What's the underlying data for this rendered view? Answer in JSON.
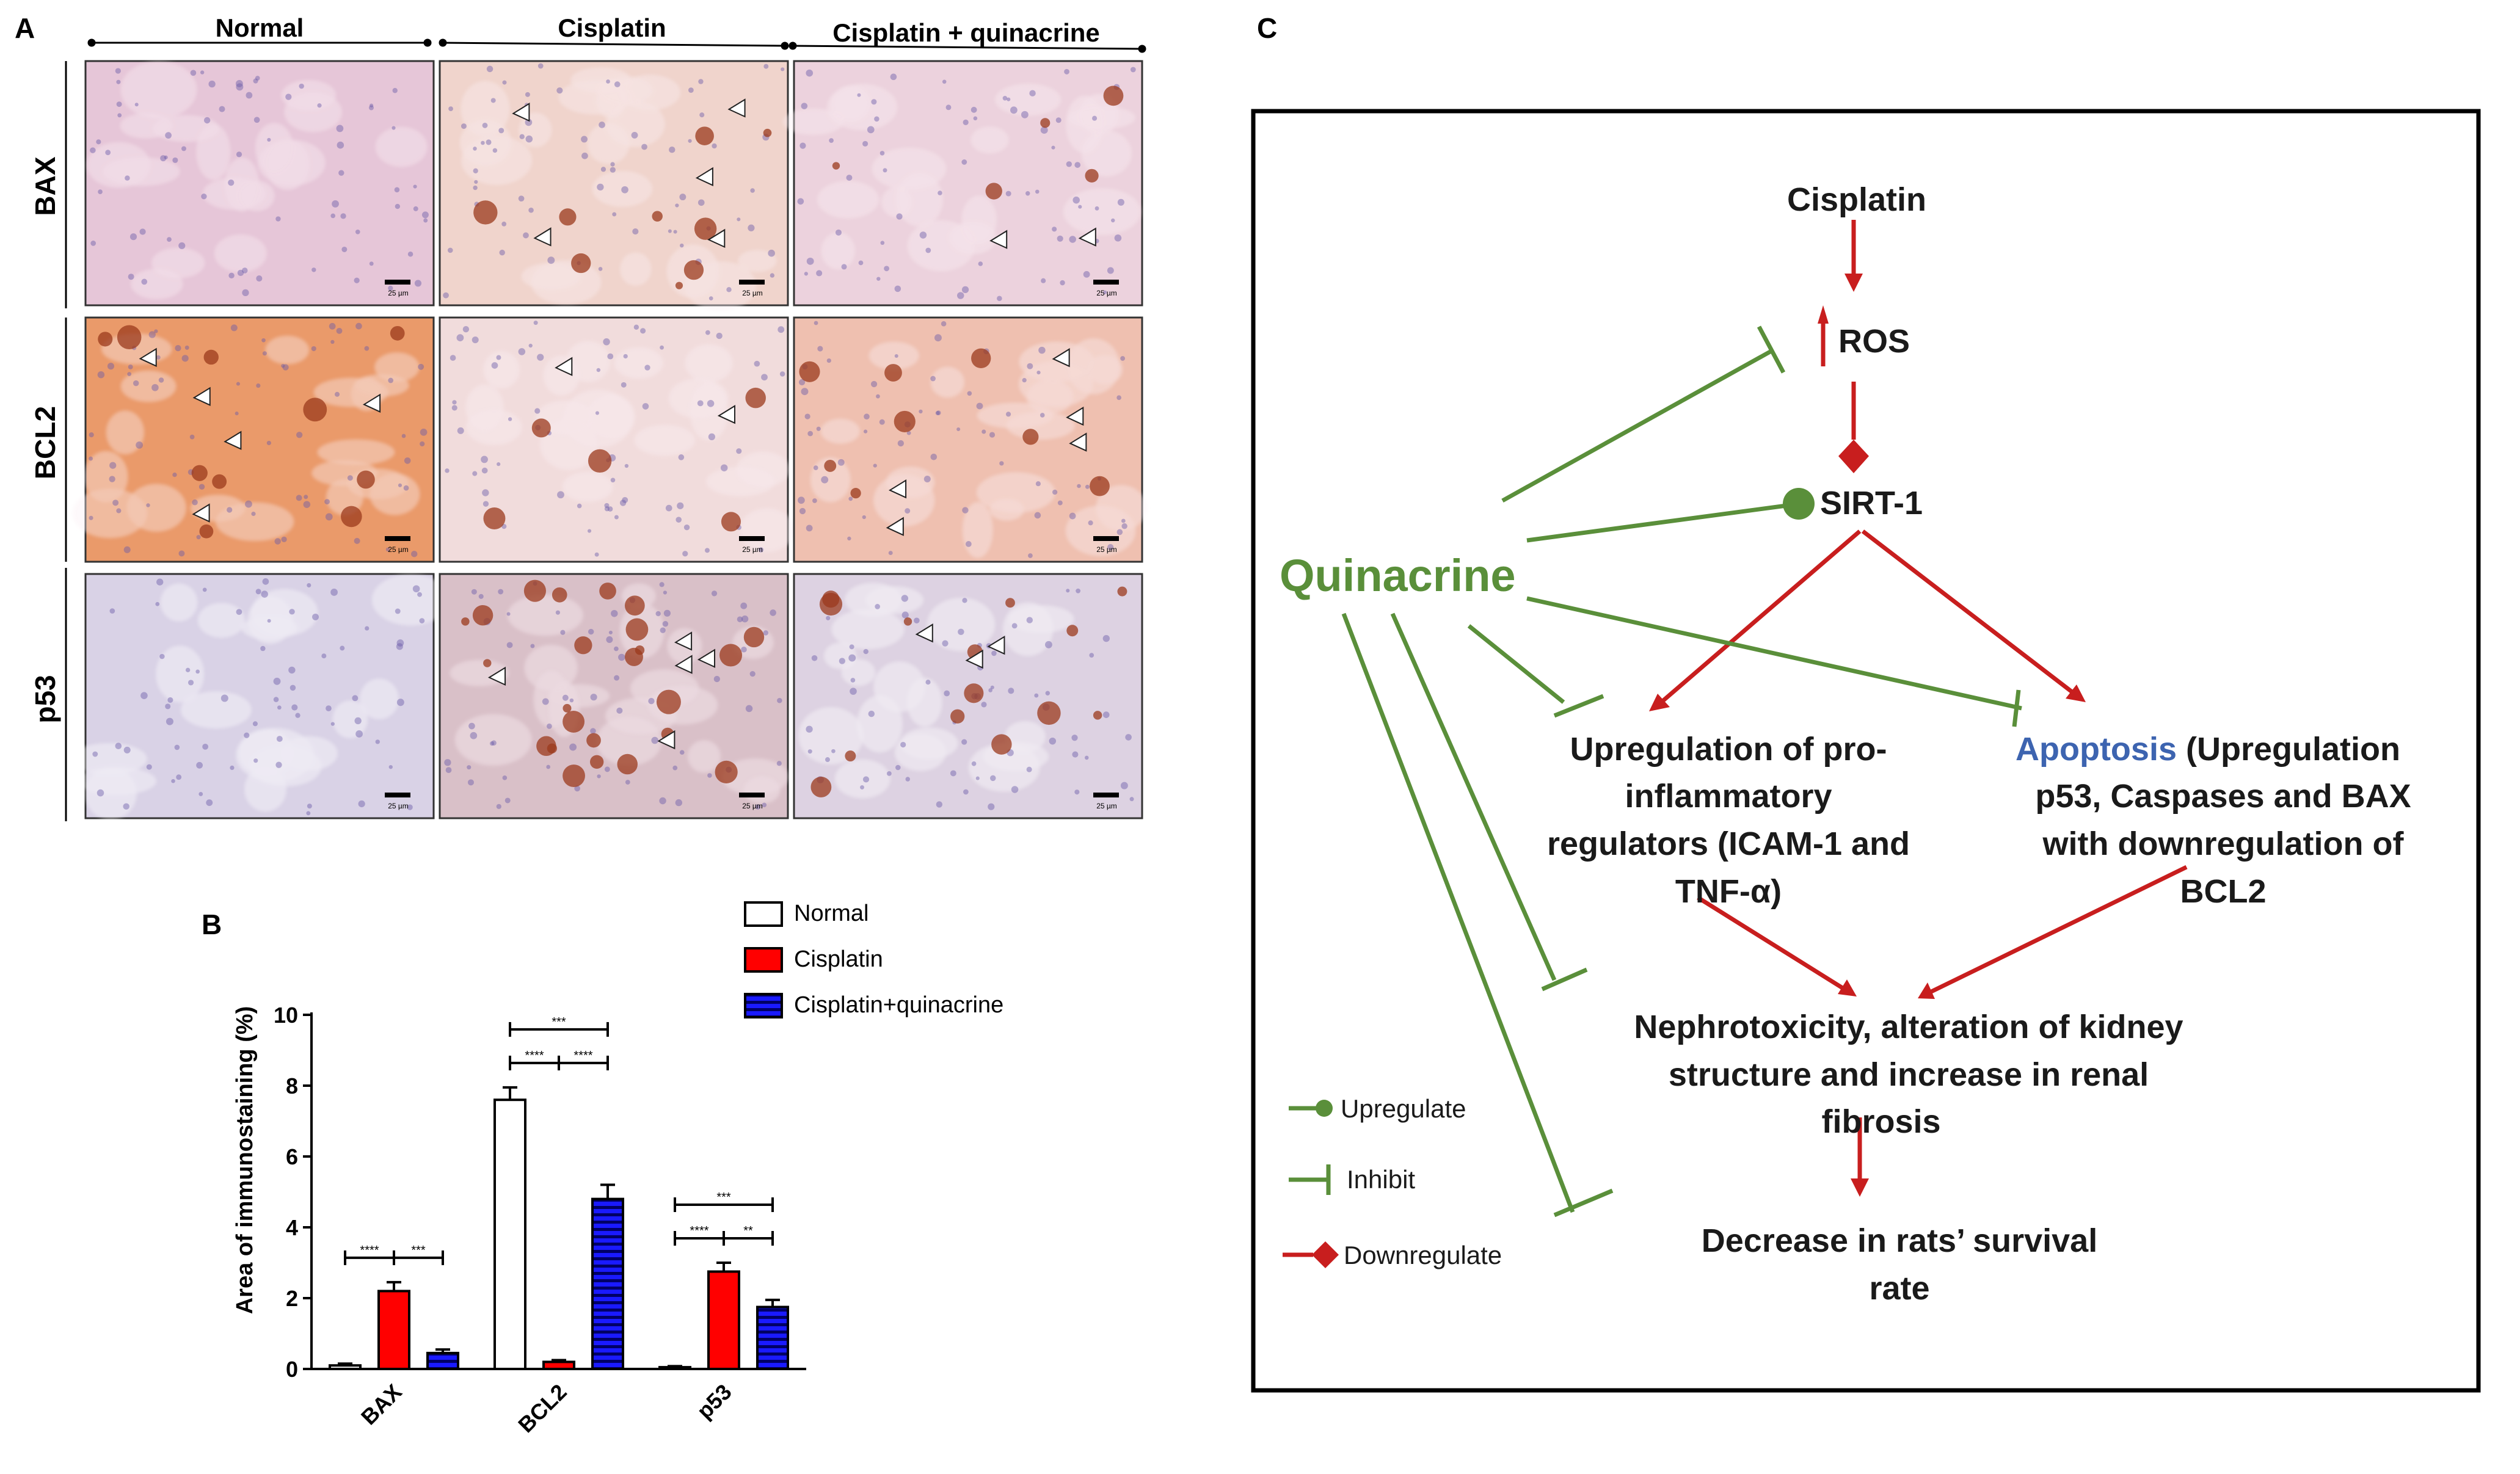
{
  "panel_a": {
    "label": "A",
    "columns": [
      "Normal",
      "Cisplatin",
      "Cisplatin + quinacrine"
    ],
    "rows": [
      "BAX",
      "BCL2",
      "p53"
    ],
    "scale_bar": "25 µm",
    "stain_colors": {
      "normal_bax": "#e6c6d8",
      "normal_bcl2": "#ea9a6a",
      "normal_p53": "#d9d2e6",
      "cis_bax": "#f0d4cc",
      "cis_bcl2": "#f1dcdc",
      "cis_p53": "#d9c0c8",
      "quin_bax": "#ecd2dd",
      "quin_bcl2": "#efc0b0",
      "quin_p53": "#ddd2e2",
      "dab_brown": "#9b3a1c"
    }
  },
  "panel_b": {
    "label": "B",
    "chart_data": {
      "type": "bar",
      "categories": [
        "BAX",
        "BCL2",
        "p53"
      ],
      "series": [
        {
          "name": "Normal",
          "values": [
            0.1,
            7.6,
            0.05
          ],
          "errors": [
            0.05,
            0.35,
            0.03
          ],
          "color": "#ffffff",
          "pattern": "none"
        },
        {
          "name": "Cisplatin",
          "values": [
            2.2,
            0.2,
            2.75
          ],
          "errors": [
            0.25,
            0.05,
            0.25
          ],
          "color": "#ff0000",
          "pattern": "none"
        },
        {
          "name": "Cisplatin+quinacrine",
          "values": [
            0.45,
            4.8,
            1.75
          ],
          "errors": [
            0.1,
            0.4,
            0.2
          ],
          "color": "#1a1aff",
          "pattern": "stripes"
        }
      ],
      "ylabel": "Area of immunostaining (%)",
      "xlabel": "",
      "ylim": [
        0,
        10
      ],
      "yticks": [
        "0",
        "2",
        "4",
        "6",
        "8",
        "10"
      ],
      "legend_position": "top-right",
      "significance": [
        {
          "category": "BAX",
          "pair": "Normal-Cisplatin",
          "label": "****"
        },
        {
          "category": "BAX",
          "pair": "Cisplatin-Cisplatin+quinacrine",
          "label": "***"
        },
        {
          "category": "BCL2",
          "pair": "Normal-Cisplatin+quinacrine",
          "label": "***"
        },
        {
          "category": "BCL2",
          "pair": "Normal-Cisplatin",
          "label": "****"
        },
        {
          "category": "BCL2",
          "pair": "Cisplatin-Cisplatin+quinacrine",
          "label": "****"
        },
        {
          "category": "p53",
          "pair": "Normal-Cisplatin+quinacrine",
          "label": "***"
        },
        {
          "category": "p53",
          "pair": "Normal-Cisplatin",
          "label": "****"
        },
        {
          "category": "p53",
          "pair": "Cisplatin-Cisplatin+quinacrine",
          "label": "**"
        }
      ]
    }
  },
  "panel_c": {
    "label": "C",
    "cisplatin": "Cisplatin",
    "ros": "ROS",
    "sirt1": "SIRT-1",
    "quinacrine": "Quinacrine",
    "inflammation_lines": [
      "Upregulation of pro-",
      "inflammatory",
      "regulators (ICAM-1 and",
      "TNF-α)"
    ],
    "apoptosis_word": "Apoptosis",
    "apoptosis_rest": " (Upregulation",
    "apoptosis_lines": [
      "p53, Caspases and BAX",
      "with downregulation of",
      "BCL2"
    ],
    "nephro_lines": [
      "Nephrotoxicity, alteration of kidney",
      "structure and increase in renal",
      "fibrosis"
    ],
    "survival_lines": [
      "Decrease in rats’ survival",
      "rate"
    ],
    "legend": {
      "upregulate": "Upregulate",
      "inhibit": "Inhibit",
      "downregulate": "Downregulate"
    },
    "colors": {
      "green": "#5a8f3a",
      "red": "#c81e1e",
      "blue": "#3d64b0",
      "text": "#1a1a1a"
    }
  }
}
